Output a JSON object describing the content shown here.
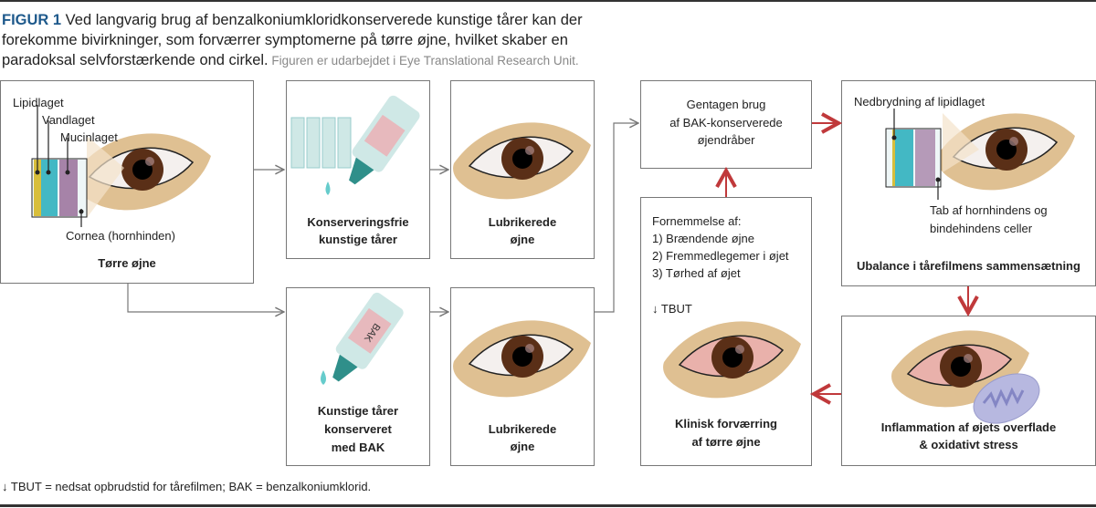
{
  "caption": {
    "label": "FIGUR 1",
    "text": " Ved langvarig brug af benzalkoniumkloridkonserverede kunstige tårer kan der forekomme bivirkninger, som forværrer symptomerne på tørre øjne, hvilket skaber en paradoksal selvforstærkende ond cirkel.",
    "credit": " Figuren er udarbejdet i Eye Translational Research Unit."
  },
  "box_dry": {
    "lipid": "Lipidlaget",
    "water": "Vandlaget",
    "mucin": "Mucinlaget",
    "cornea": "Cornea (hornhinden)",
    "title": "Tørre øjne"
  },
  "box_free": {
    "title1": "Konserveringsfrie",
    "title2": "kunstige tårer"
  },
  "box_lub1": {
    "title1": "Lubrikerede",
    "title2": "øjne"
  },
  "box_bak": {
    "title1": "Kunstige tårer",
    "title2": "konserveret",
    "title3": "med BAK",
    "bottle_label": "BAK"
  },
  "box_lub2": {
    "title1": "Lubrikerede",
    "title2": "øjne"
  },
  "box_repeat": {
    "line1": "Gentagen brug",
    "line2": "af BAK-konserverede",
    "line3": "øjendråber"
  },
  "box_clinical": {
    "intro": "Fornemmelse af:",
    "items": [
      "1) Brændende øjne",
      "2) Fremmedlegemer i øjet",
      "3) Tørhed af øjet"
    ],
    "tbut": "↓ TBUT",
    "title1": "Klinisk forværring",
    "title2": "af tørre øjne"
  },
  "box_imbalance": {
    "lipid": "Nedbrydning af lipidlaget",
    "cells1": "Tab af hornhindens og",
    "cells2": "bindehindens celler",
    "title": "Ubalance i tårefilmens sammensætning"
  },
  "box_inflam": {
    "title1": "Inflammation af øjets overflade",
    "title2": "& oxidativt stress"
  },
  "footnote": "↓ TBUT = nedsat opbrudstid for tårefilmen; BAK = benzalkoniumklorid.",
  "colors": {
    "accent": "#1f5a8c",
    "red_arrow": "#c0393b",
    "gray_arrow": "#777777"
  }
}
